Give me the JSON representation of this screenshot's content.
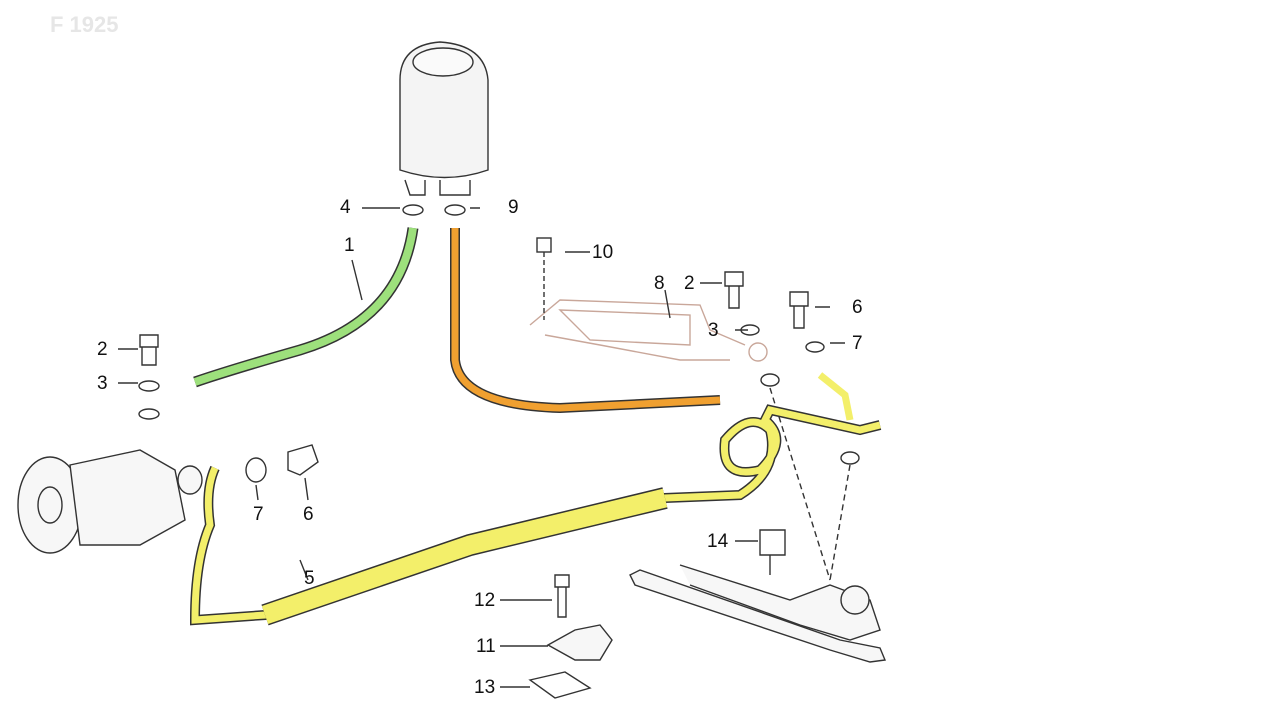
{
  "header": {
    "faded_text": "F 1925"
  },
  "callouts": [
    "4",
    "9",
    "1",
    "10",
    "8",
    "2",
    "6",
    "3",
    "7",
    "2",
    "3",
    "7",
    "6",
    "5",
    "14",
    "12",
    "11",
    "13"
  ],
  "colors": {
    "return_hose": "#9de07c",
    "supply_hose": "#f0a030",
    "pressure_hose": "#f3ef6a",
    "line": "#333333"
  }
}
